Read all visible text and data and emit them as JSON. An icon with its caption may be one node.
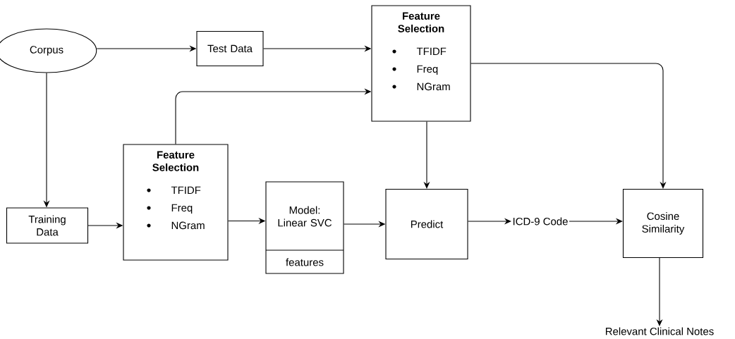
{
  "diagram": {
    "nodes": [
      {
        "text": [
          "Corpus"
        ]
      },
      {
        "text": [
          "Test Data"
        ]
      },
      {
        "text": [
          "Feature Selection",
          "TFIDF",
          "Freq",
          "NGram"
        ]
      },
      {
        "text": [
          "Training Data"
        ]
      },
      {
        "text": [
          "Feature Selection",
          "TFIDF",
          "Freq",
          "NGram"
        ]
      },
      {
        "text": [
          "Model: Linear SVC",
          "features"
        ]
      },
      {
        "text": [
          "Predict"
        ]
      },
      {
        "text": [
          "ICD-9 Code"
        ]
      },
      {
        "text": [
          "Cosine Similarity"
        ]
      },
      {
        "text": [
          "Relevant Clinical Notes"
        ]
      }
    ],
    "edges": [
      {
        "from": 0,
        "to": 1,
        "arrow": "to"
      },
      {
        "from": 1,
        "to": 2,
        "arrow": "to"
      },
      {
        "from": 0,
        "to": 3,
        "arrow": "to"
      },
      {
        "from": 3,
        "to": 4,
        "arrow": "to"
      },
      {
        "from": 4,
        "to": 2,
        "arrow": "to"
      },
      {
        "from": 4,
        "to": 5,
        "arrow": "to"
      },
      {
        "from": 5,
        "to": 6,
        "arrow": "to"
      },
      {
        "from": 2,
        "to": 6,
        "arrow": "to"
      },
      {
        "from": 6,
        "to": 7,
        "arrow": "to"
      },
      {
        "from": 7,
        "to": 8,
        "arrow": "to"
      },
      {
        "from": 2,
        "to": 8,
        "arrow": "to"
      },
      {
        "from": 8,
        "to": 9,
        "arrow": "to"
      }
    ]
  }
}
